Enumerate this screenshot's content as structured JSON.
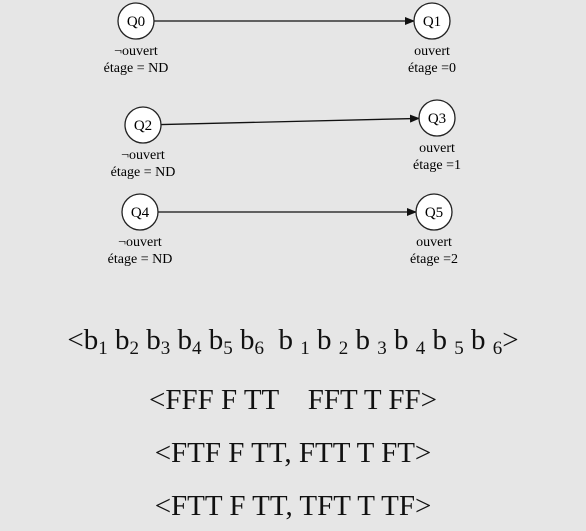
{
  "diagram": {
    "states": [
      {
        "id": "Q0",
        "cond": [
          "¬ouvert",
          "étage = ND"
        ]
      },
      {
        "id": "Q1",
        "cond": [
          "ouvert",
          "étage =0"
        ]
      },
      {
        "id": "Q2",
        "cond": [
          "¬ouvert",
          "étage = ND"
        ]
      },
      {
        "id": "Q3",
        "cond": [
          "ouvert",
          "étage =1"
        ]
      },
      {
        "id": "Q4",
        "cond": [
          "¬ouvert",
          "étage = ND"
        ]
      },
      {
        "id": "Q5",
        "cond": [
          "ouvert",
          "étage =2"
        ]
      }
    ],
    "transitions": [
      {
        "from": "Q0",
        "to": "Q1"
      },
      {
        "from": "Q2",
        "to": "Q3"
      },
      {
        "from": "Q4",
        "to": "Q5"
      }
    ]
  },
  "sequences": {
    "vector": {
      "open": "<",
      "parts": [
        {
          "t": "b",
          "s": "1"
        },
        {
          "t": " b",
          "s": "2"
        },
        {
          "t": " b",
          "s": "3"
        },
        {
          "t": " b",
          "s": "4"
        },
        {
          "t": " b",
          "s": "5"
        },
        {
          "t": " b",
          "s": "6"
        },
        {
          "t": "  b ",
          "s": "1"
        },
        {
          "t": " b ",
          "s": "2"
        },
        {
          "t": " b ",
          "s": "3"
        },
        {
          "t": " b ",
          "s": "4"
        },
        {
          "t": " b ",
          "s": "5"
        },
        {
          "t": " b ",
          "s": "6"
        }
      ],
      "close": ">"
    },
    "lines": [
      "<FFF F TT    FFT T FF>",
      "<FTF F TT, FTT T FT>",
      "<FTT F TT, TFT T TF>"
    ]
  }
}
